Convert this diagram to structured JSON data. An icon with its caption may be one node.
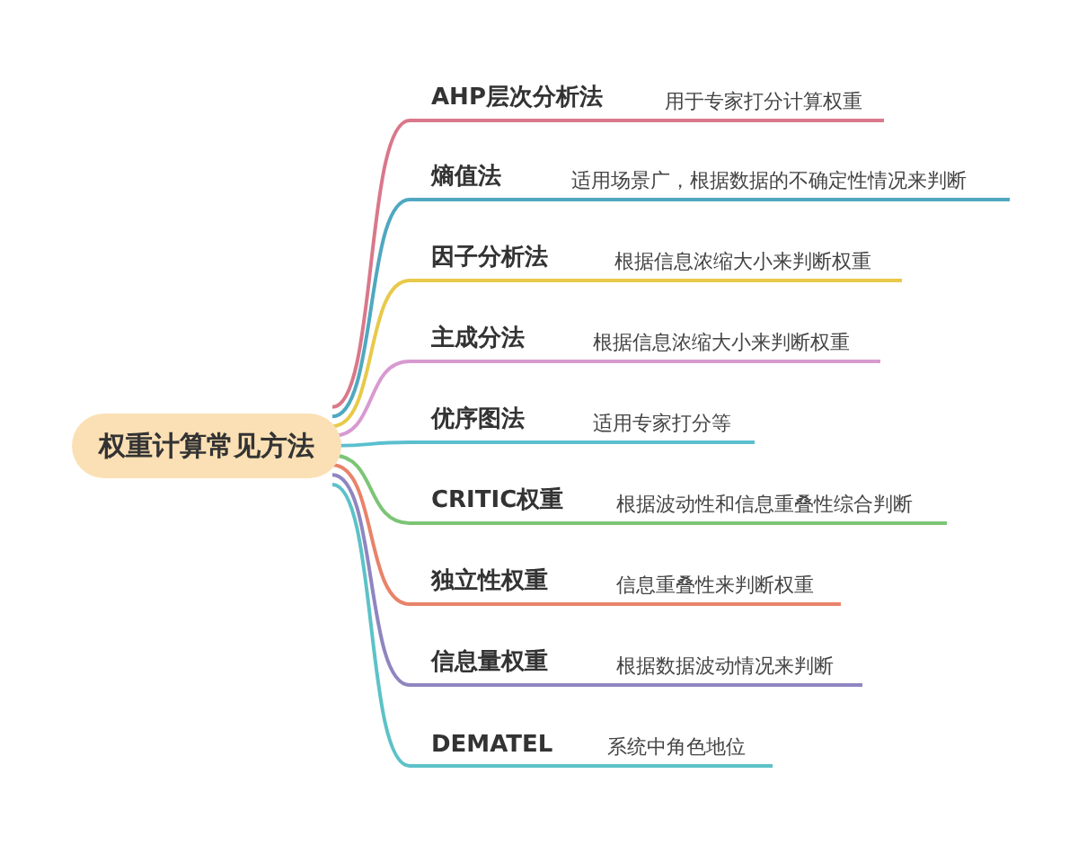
{
  "diagram": {
    "nodes": [
      {
        "text": [
          "权重计算常见方法"
        ]
      },
      {
        "text": [
          "AHP层次分析法",
          "用于专家打分计算权重"
        ]
      },
      {
        "text": [
          "熵值法",
          "适用场景广，根据数据的不确定性情况来判断"
        ]
      },
      {
        "text": [
          "因子分析法",
          "根据信息浓缩大小来判断权重"
        ]
      },
      {
        "text": [
          "主成分法",
          "根据信息浓缩大小来判断权重"
        ]
      },
      {
        "text": [
          "优序图法",
          "适用专家打分等"
        ]
      },
      {
        "text": [
          "CRITIC权重",
          "根据波动性和信息重叠性综合判断"
        ]
      },
      {
        "text": [
          "独立性权重",
          "信息重叠性来判断权重"
        ]
      },
      {
        "text": [
          "信息量权重",
          "根据数据波动情况来判断"
        ]
      },
      {
        "text": [
          "DEMATEL",
          "系统中角色地位"
        ]
      }
    ],
    "edges": [
      {
        "from": 0,
        "to": 1,
        "arrow": "none",
        "color": "#d9788a"
      },
      {
        "from": 0,
        "to": 2,
        "arrow": "none",
        "color": "#4fa8c0"
      },
      {
        "from": 0,
        "to": 3,
        "arrow": "none",
        "color": "#e8c94a"
      },
      {
        "from": 0,
        "to": 4,
        "arrow": "none",
        "color": "#d89ad0"
      },
      {
        "from": 0,
        "to": 5,
        "arrow": "none",
        "color": "#5bbfcf"
      },
      {
        "from": 0,
        "to": 6,
        "arrow": "none",
        "color": "#7cc576"
      },
      {
        "from": 0,
        "to": 7,
        "arrow": "none",
        "color": "#e8836a"
      },
      {
        "from": 0,
        "to": 8,
        "arrow": "none",
        "color": "#8f86c0"
      },
      {
        "from": 0,
        "to": 9,
        "arrow": "none",
        "color": "#5cc2c8"
      }
    ]
  }
}
